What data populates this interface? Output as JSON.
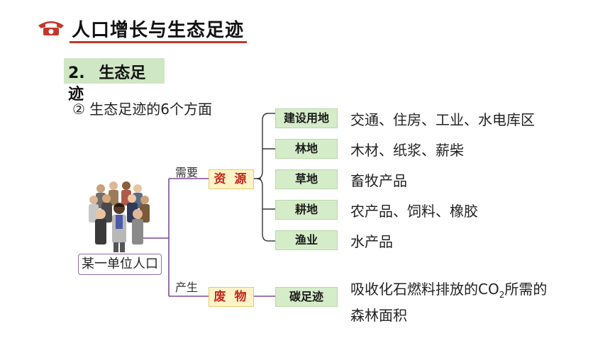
{
  "header": {
    "title": "人口增长与生态足迹"
  },
  "section": {
    "number": "2.",
    "title_line1": "生态足",
    "title_line2": "迹"
  },
  "subtitle": "② 生态足迹的6个方面",
  "diagram": {
    "root": "某一单位人口",
    "branches": [
      {
        "edge_label": "需要",
        "category": "资 源"
      },
      {
        "edge_label": "产生",
        "category": "废 物"
      }
    ],
    "resources": [
      {
        "type": "建设用地",
        "desc": "交通、住房、工业、水电库区"
      },
      {
        "type": "林地",
        "desc": "木材、纸浆、薪柴"
      },
      {
        "type": "草地",
        "desc": "畜牧产品"
      },
      {
        "type": "耕地",
        "desc": "农产品、饲料、橡胶"
      },
      {
        "type": "渔业",
        "desc": "水产品"
      }
    ],
    "waste": {
      "type": "碳足迹",
      "desc_pre": "吸收化石燃料排放的CO",
      "desc_sub": "2",
      "desc_post": "所需的",
      "desc_line2": "森林面积"
    }
  },
  "colors": {
    "accent_red": "#c0392b",
    "green_tag": "#cfe7c4",
    "connector_purple": "#7b4c9a"
  }
}
